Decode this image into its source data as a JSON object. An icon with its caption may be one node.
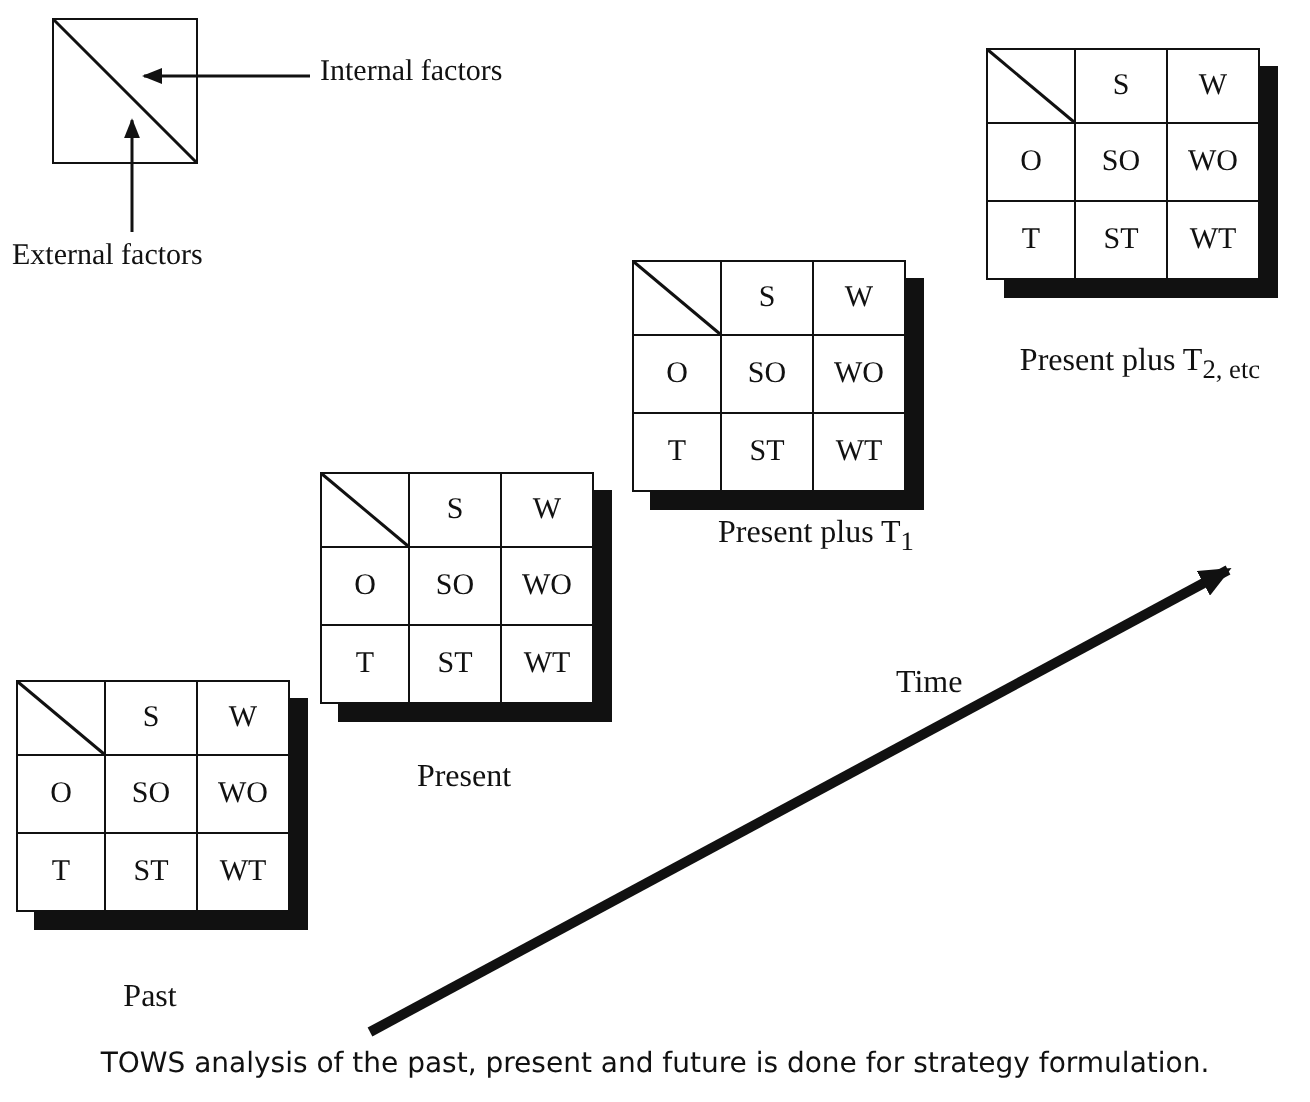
{
  "diagram": {
    "caption": "TOWS analysis of the past, present and future is done for strategy formulation.",
    "nodes": [
      {
        "text": [],
        "shape": "box"
      },
      {
        "text": [
          "Internal factors"
        ]
      },
      {
        "text": [
          "External factors"
        ]
      }
    ],
    "edges": [
      {
        "from": 1,
        "to": 0,
        "arrow": "to"
      },
      {
        "from": 2,
        "to": 0,
        "arrow": "to"
      }
    ],
    "labels": [
      "S",
      "W",
      "O",
      "SO",
      "WO",
      "T",
      "ST",
      "WT",
      "Past",
      "S",
      "W",
      "O",
      "SO",
      "WO",
      "T",
      "ST",
      "WT",
      "Present",
      "S",
      "W",
      "O",
      "SO",
      "WO",
      "T",
      "ST",
      "WT",
      "Present plus T$_{1}$",
      "S",
      "W",
      "O",
      "SO",
      "WO",
      "T",
      "ST",
      "WT",
      "Present plus T$_{2, etc}$",
      "Time"
    ]
  }
}
